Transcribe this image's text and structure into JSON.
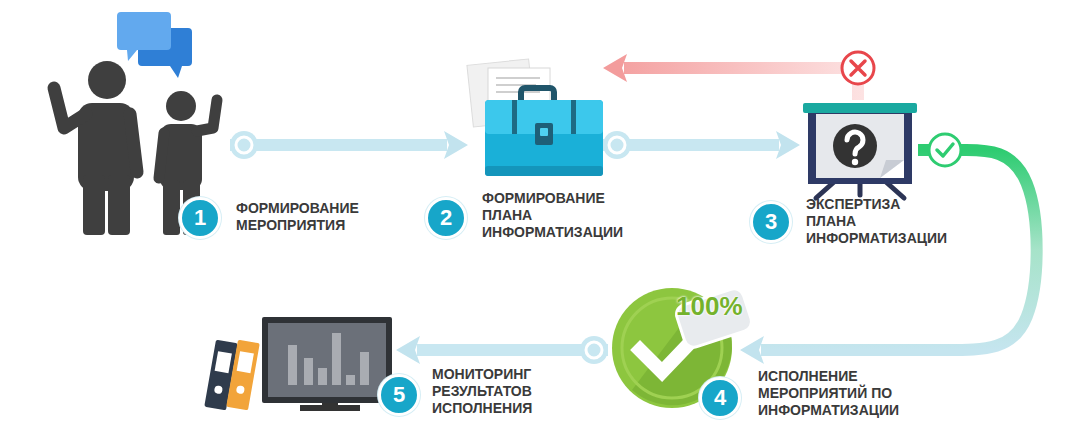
{
  "diagram": {
    "nodes": [
      {
        "text": [
          "1",
          "ФОРМИРОВАНИЕ МЕРОПРИЯТИЯ"
        ]
      },
      {
        "text": [
          "2",
          "ФОРМИРОВАНИЕ ПЛАНА ИНФОРМАТИЗАЦИИ"
        ]
      },
      {
        "text": [
          "3",
          "ЭКСПЕРТИЗА ПЛАНА ИНФОРМАТИЗАЦИИ"
        ]
      },
      {
        "text": [
          "4",
          "ИСПОЛНЕНИЕ МЕРОПРИЯТИЙ ПО ИНФОРМАТИЗАЦИИ"
        ]
      },
      {
        "text": [
          "5",
          "МОНИТОРИНГ РЕЗУЛЬТАТОВ ИСПОЛНЕНИЯ"
        ]
      }
    ],
    "edges": [
      {
        "from": 0,
        "to": 1,
        "arrow": "to"
      },
      {
        "from": 1,
        "to": 2,
        "arrow": "to"
      },
      {
        "from": 2,
        "to": 1,
        "arrow": "to"
      },
      {
        "from": 2,
        "to": 3,
        "arrow": "to"
      },
      {
        "from": 3,
        "to": 4,
        "arrow": "to"
      }
    ],
    "labels": [
      "100%"
    ]
  }
}
